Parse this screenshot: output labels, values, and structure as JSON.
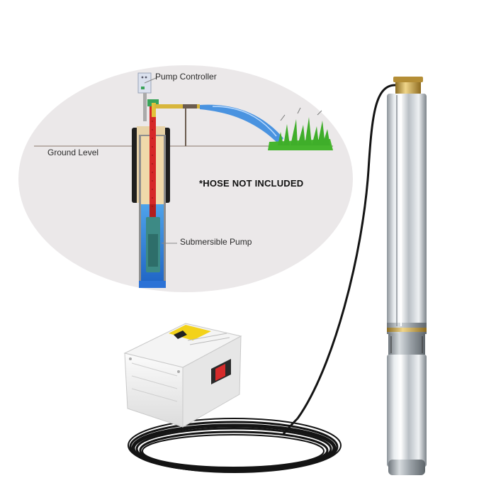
{
  "diagram": {
    "pump_controller_label": "Pump Controller",
    "ground_level_label": "Ground Level",
    "submersible_pump_label": "Submersible Pump",
    "hose_note": "*HOSE NOT INCLUDED"
  },
  "icons": {
    "controller_box": "control-box-icon",
    "pump": "submersible-pump-icon",
    "cable": "cable-coil-icon"
  },
  "colors": {
    "ellipse_bg": "#ebe8e9",
    "water": "#2e86de",
    "pipe": "#d62828",
    "grass": "#3fae2a",
    "pump_steel": "#c9ced3",
    "brass": "#c8a24a",
    "cable": "#141414"
  }
}
